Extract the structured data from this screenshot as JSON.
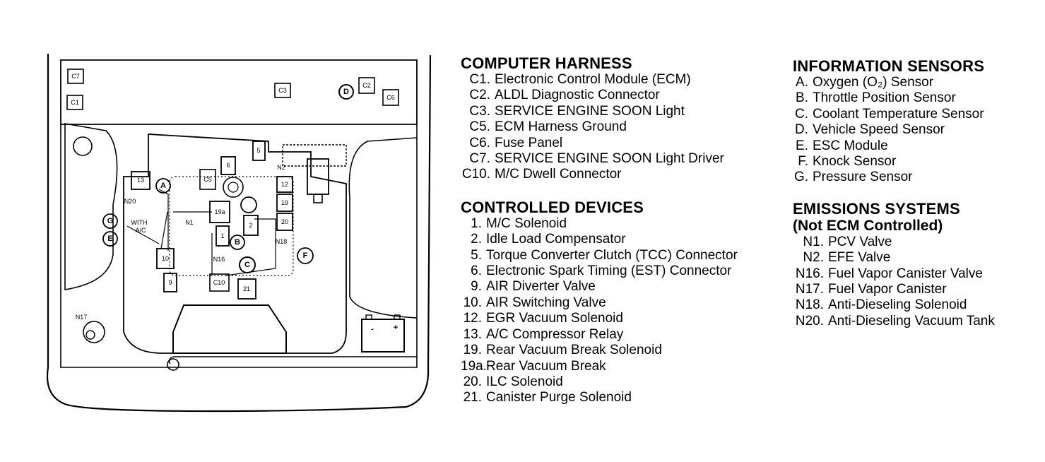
{
  "diagram": {
    "labels": {
      "c7": "C7",
      "c1": "C1",
      "c3": "C3",
      "c2": "C2",
      "c6": "C6",
      "c5": "C5",
      "c10": "C10",
      "n1": "N1",
      "n2": "N2",
      "n16": "N16",
      "n17": "N17",
      "n18": "N18",
      "n20": "N20",
      "a": "A",
      "b": "B",
      "c": "C",
      "d": "D",
      "e": "E",
      "f": "F",
      "g": "G",
      "r1": "1",
      "r2": "2",
      "r5": "5",
      "r6": "6",
      "r9": "9",
      "r10": "10",
      "r12": "12",
      "r13": "13",
      "r19": "19",
      "r19a": "19a",
      "r20": "20",
      "r21": "21",
      "with_ac": [
        "WITH",
        "A/C"
      ],
      "battery_minus": "-",
      "battery_plus": "+"
    }
  },
  "legend": {
    "computer_harness": {
      "title": "COMPUTER HARNESS",
      "items": [
        {
          "num": "C1.",
          "text": "Electronic Control Module (ECM)"
        },
        {
          "num": "C2.",
          "text": "ALDL Diagnostic Connector"
        },
        {
          "num": "C3.",
          "text": "SERVICE ENGINE SOON Light"
        },
        {
          "num": "C5.",
          "text": "ECM Harness Ground"
        },
        {
          "num": "C6.",
          "text": "Fuse Panel"
        },
        {
          "num": "C7.",
          "text": "SERVICE ENGINE SOON Light Driver"
        },
        {
          "num": "C10.",
          "text": "M/C Dwell Connector"
        }
      ]
    },
    "controlled_devices": {
      "title": "CONTROLLED DEVICES",
      "items": [
        {
          "num": "1.",
          "text": "M/C Solenoid"
        },
        {
          "num": "2.",
          "text": "Idle Load Compensator"
        },
        {
          "num": "5.",
          "text": "Torque Converter Clutch (TCC) Connector"
        },
        {
          "num": "6.",
          "text": "Electronic Spark Timing (EST) Connector"
        },
        {
          "num": "9.",
          "text": "AIR Diverter Valve"
        },
        {
          "num": "10.",
          "text": "AIR Switching Valve"
        },
        {
          "num": "12.",
          "text": "EGR Vacuum Solenoid"
        },
        {
          "num": "13.",
          "text": "A/C Compressor Relay"
        },
        {
          "num": "19.",
          "text": "Rear Vacuum Break Solenoid"
        },
        {
          "num": "19a.",
          "text": "Rear Vacuum Break"
        },
        {
          "num": "20.",
          "text": "ILC Solenoid"
        },
        {
          "num": "21.",
          "text": "Canister Purge Solenoid"
        }
      ]
    },
    "information_sensors": {
      "title": "INFORMATION SENSORS",
      "items": [
        {
          "num": "A.",
          "text": "Oxygen (O₂) Sensor"
        },
        {
          "num": "B.",
          "text": "Throttle Position Sensor"
        },
        {
          "num": "C.",
          "text": "Coolant Temperature Sensor"
        },
        {
          "num": "D.",
          "text": "Vehicle Speed Sensor"
        },
        {
          "num": "E.",
          "text": "ESC Module"
        },
        {
          "num": "F.",
          "text": "Knock Sensor"
        },
        {
          "num": "G.",
          "text": "Pressure Sensor"
        }
      ]
    },
    "emissions_systems": {
      "title": "EMISSIONS SYSTEMS",
      "subtitle": "(Not ECM Controlled)",
      "items": [
        {
          "num": "N1.",
          "text": "PCV Valve"
        },
        {
          "num": "N2.",
          "text": "EFE Valve"
        },
        {
          "num": "N16.",
          "text": "Fuel Vapor Canister Valve"
        },
        {
          "num": "N17.",
          "text": "Fuel Vapor Canister"
        },
        {
          "num": "N18.",
          "text": "Anti-Dieseling Solenoid"
        },
        {
          "num": "N20.",
          "text": "Anti-Dieseling Vacuum Tank"
        }
      ]
    }
  }
}
